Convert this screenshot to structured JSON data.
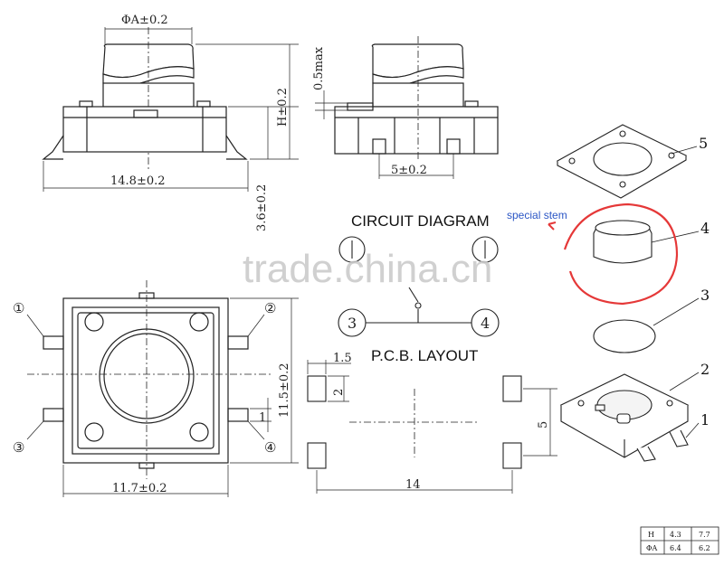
{
  "dimensions": {
    "phi_a": "ΦA±0.2",
    "max_05": "0.5max",
    "h": "H±0.2",
    "w148": "14.8±0.2",
    "t36": "3.6±0.2",
    "p5": "5±0.2",
    "h115": "11.5±0.2",
    "w117": "11.7±0.2",
    "pad15": "1.5",
    "pad2": "2",
    "pad1": "1",
    "dist14": "14",
    "dist5": "5"
  },
  "labels": {
    "circuit_diagram": "CIRCUIT  DIAGRAM",
    "pcb_layout": "P.C.B. LAYOUT",
    "special_stem": "special stem",
    "watermark": "trade.china.cn"
  },
  "pins": {
    "p1": "①",
    "p2": "②",
    "p3": "③",
    "p4": "④",
    "n3": "3",
    "n4": "4"
  },
  "parts": {
    "p1": "1",
    "p2": "2",
    "p3": "3",
    "p4": "4",
    "p5": "5"
  },
  "table": {
    "rows": [
      {
        "label": "H",
        "v1": "4.3",
        "v2": "7.7"
      },
      {
        "label": "ΦA",
        "v1": "6.4",
        "v2": "6.2"
      }
    ]
  }
}
